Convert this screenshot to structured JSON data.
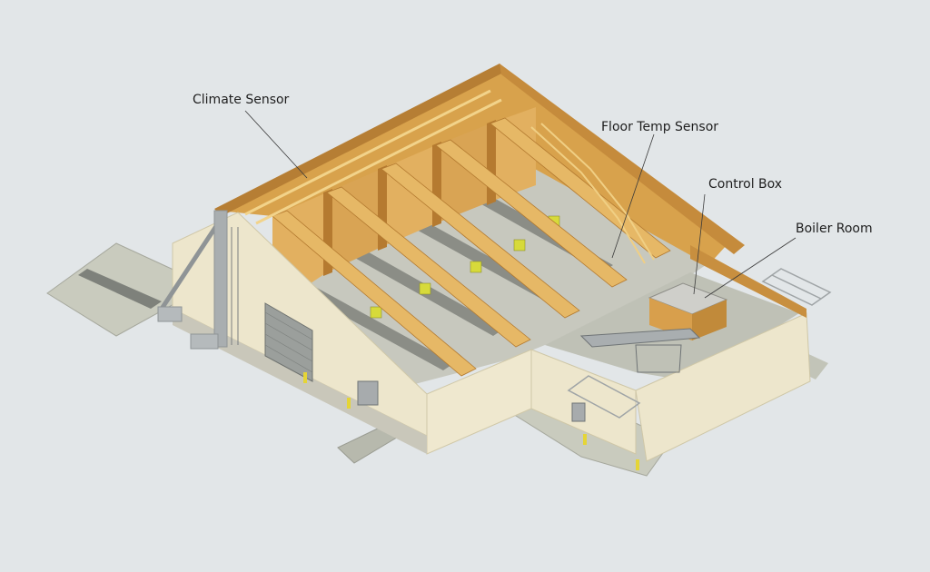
{
  "callouts": {
    "climate_sensor": "Climate Sensor",
    "floor_temp_sensor": "Floor Temp Sensor",
    "control_box": "Control Box",
    "boiler_room": "Boiler Room"
  },
  "colors": {
    "background": "#e2e6e8",
    "timber": "#d7a04a",
    "timber_light": "#ecc478",
    "timber_dark": "#a8712a",
    "wall_cream": "#ede6cc",
    "wall_shadow": "#d6ceb0",
    "concrete": "#c8c9bd",
    "concrete_dark": "#8f9189",
    "yellow_bin": "#d9dc3a",
    "steel": "#a9aeb0",
    "leader_line": "#3a3a3a"
  },
  "icons": [
    "grain-auger-icon",
    "ladder-icon",
    "duct-icon",
    "control-panel-icon"
  ]
}
